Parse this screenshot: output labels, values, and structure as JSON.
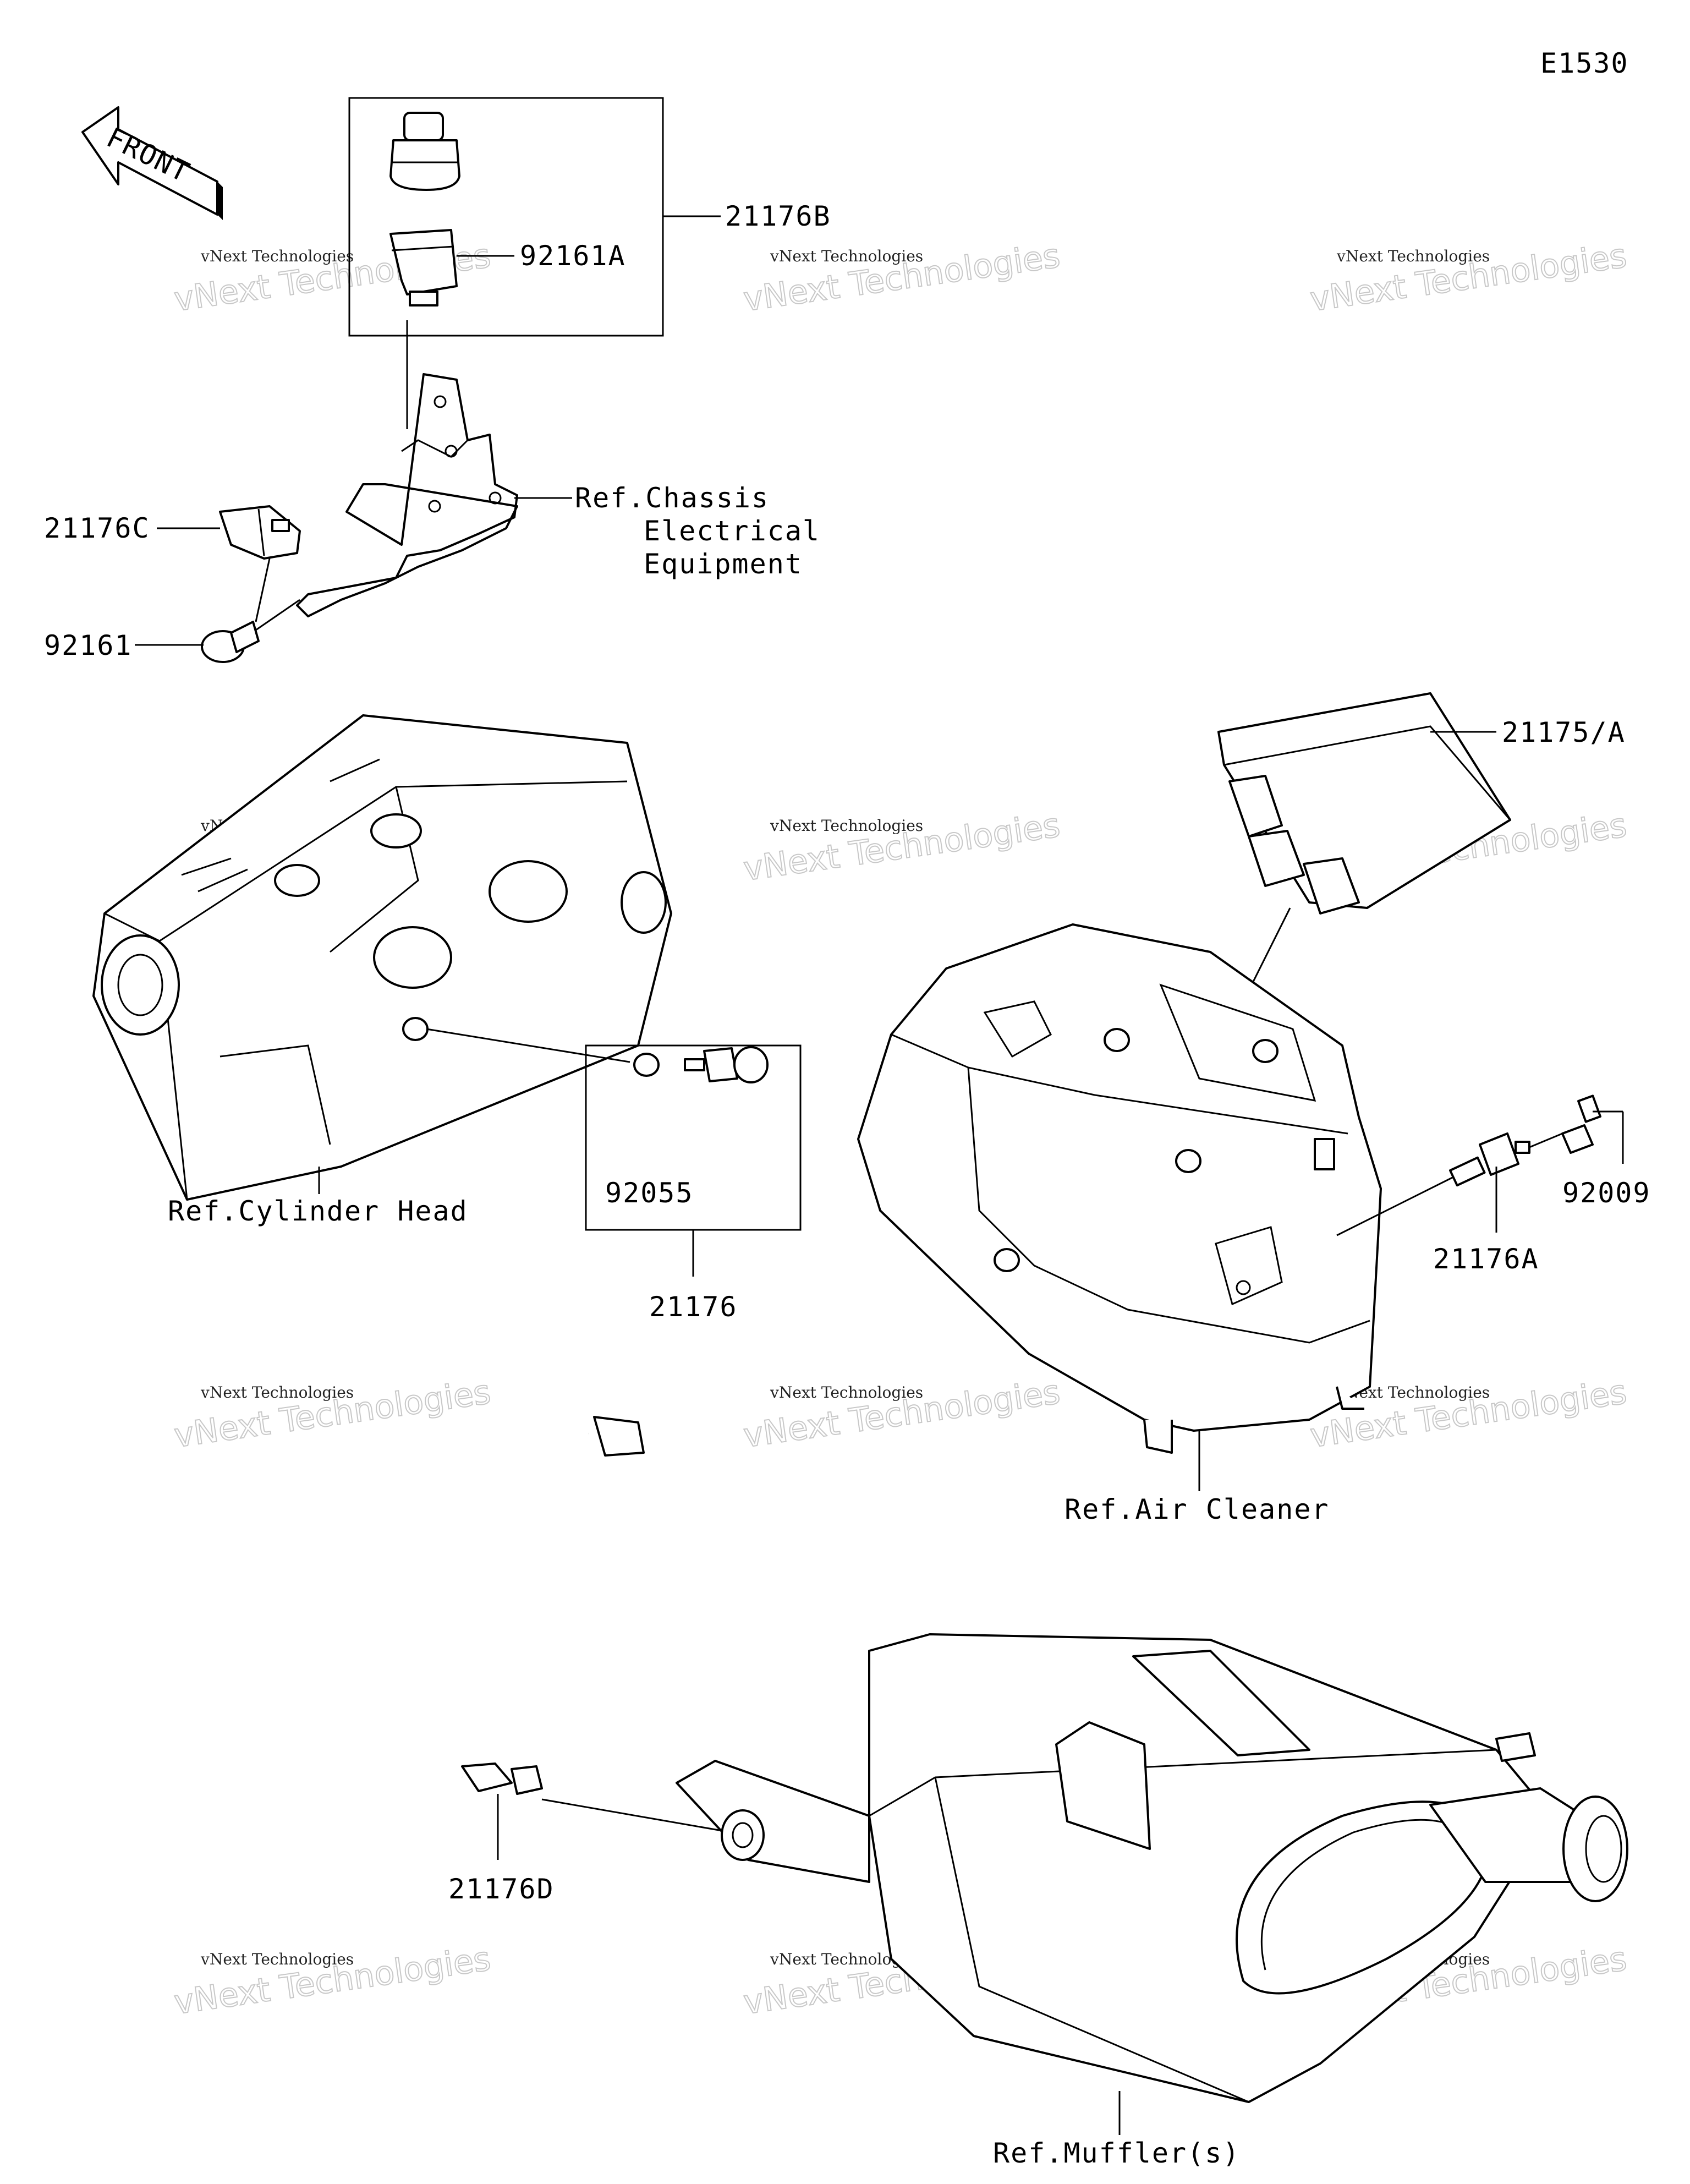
{
  "diagram_code": "E1530",
  "front_arrow_label": "FRONT",
  "watermark": {
    "line1": "vNext Technologies",
    "line2": "vNext Technologies"
  },
  "labels": {
    "p21176B": "21176B",
    "p92161A": "92161A",
    "p21176C": "21176C",
    "p92161": "92161",
    "ref_chassis_1": "Ref.Chassis",
    "ref_chassis_2": "Electrical",
    "ref_chassis_3": "Equipment",
    "p21175A": "21175/A",
    "p92055": "92055",
    "p21176": "21176",
    "ref_cylinder_head": "Ref.Cylinder Head",
    "p92009": "92009",
    "p21176A": "21176A",
    "ref_air_cleaner": "Ref.Air Cleaner",
    "p21176D": "21176D",
    "ref_muffler": "Ref.Muffler(s)"
  }
}
